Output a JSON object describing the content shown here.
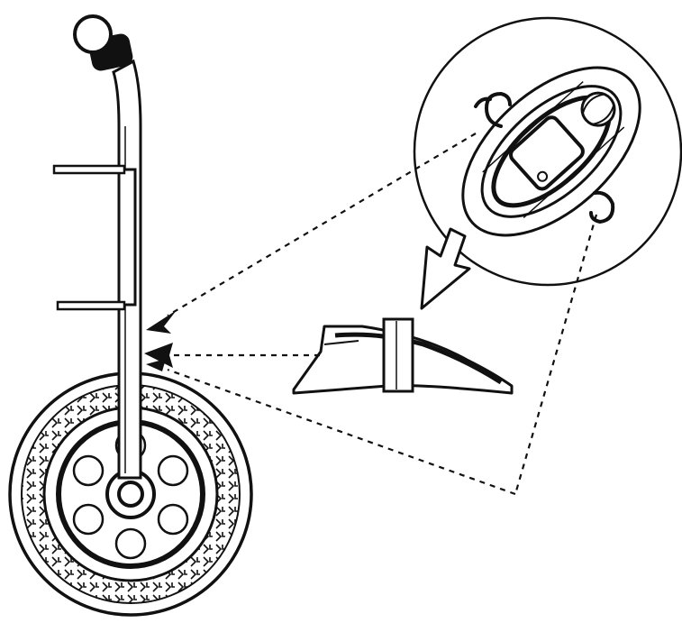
{
  "figure": {
    "colors": {
      "ink": "#111111",
      "paper": "#ffffff",
      "shade": "#555555"
    },
    "parts": [
      "handle-knob-icon",
      "vertical-tube",
      "crossbar-upper",
      "crossbar-lower",
      "wheel-icon",
      "detail-circle",
      "clamp-oval",
      "hook-icon",
      "direction-arrow",
      "clip-part",
      "leader-lines",
      "pointer-arrows"
    ]
  }
}
